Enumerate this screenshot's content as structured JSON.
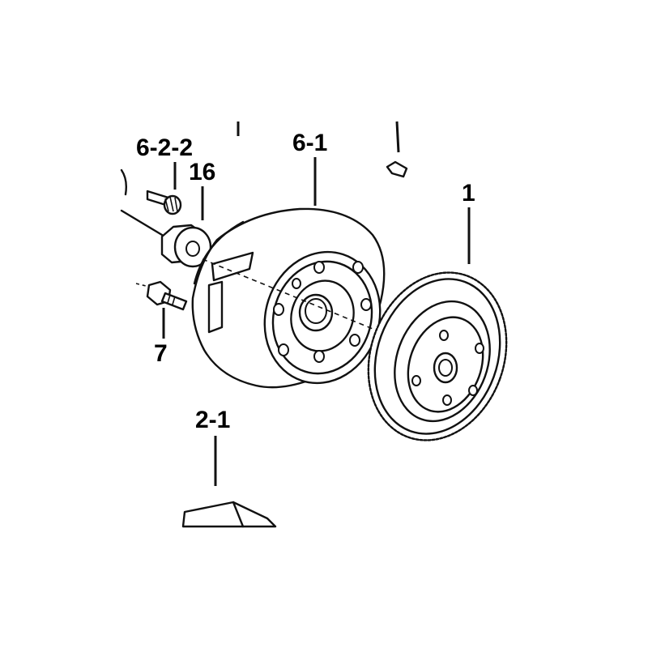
{
  "labels": {
    "part_6_2_2": "6-2-2",
    "part_16": "16",
    "part_6_1": "6-1",
    "part_1": "1",
    "part_7": "7",
    "part_2_1": "2-1"
  },
  "colors": {
    "ink": "#111111",
    "background": "#ffffff"
  },
  "parts": [
    {
      "id": "6-2-2",
      "name": "bolt"
    },
    {
      "id": "16",
      "name": "washer"
    },
    {
      "id": "6-1",
      "name": "flywheel rotor"
    },
    {
      "id": "1",
      "name": "starter gear"
    },
    {
      "id": "7",
      "name": "bolt"
    },
    {
      "id": "2-1",
      "name": "stator / cover (partial)"
    }
  ]
}
